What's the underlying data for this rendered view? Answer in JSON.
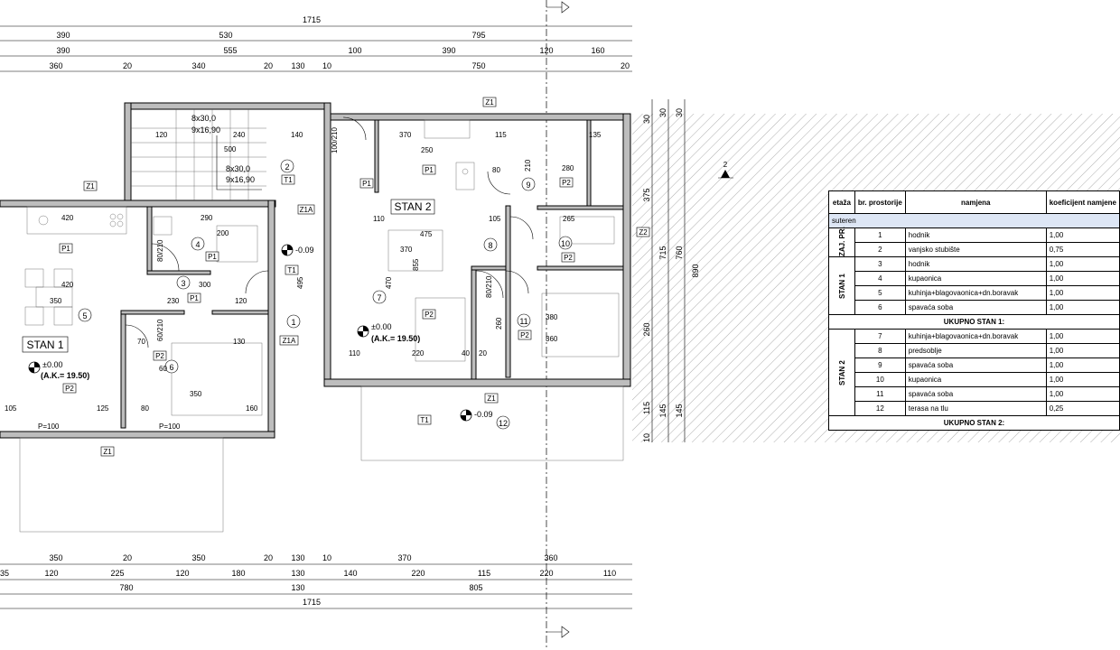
{
  "dimension_rows": {
    "top": [
      [
        "1715"
      ],
      [
        "390",
        "530",
        "795"
      ],
      [
        "390",
        "555",
        "100",
        "390",
        "120",
        "160"
      ],
      [
        "360",
        "20",
        "340",
        "20",
        "130",
        "10",
        "750",
        "20"
      ]
    ],
    "bottom": [
      [
        "350",
        "20",
        "350",
        "20",
        "130",
        "10",
        "370",
        "360"
      ],
      [
        "35",
        "120",
        "225",
        "120",
        "180",
        "130",
        "140",
        "220",
        "115",
        "220",
        "110"
      ],
      [
        "780",
        "130",
        "805"
      ],
      [
        "1715"
      ]
    ],
    "right": [
      "30",
      "375",
      "115",
      "145",
      "715",
      "760",
      "890",
      "145",
      "260",
      "30",
      "10",
      "30"
    ]
  },
  "apartments": [
    {
      "name": "STAN 1",
      "level": "±0.00",
      "ak": "(A.K.= 19.50)"
    },
    {
      "name": "STAN 2",
      "level": "±0.00",
      "ak": "(A.K.= 19.50)"
    }
  ],
  "levels": [
    "-0.09",
    "-0.09"
  ],
  "room_numbers": [
    "1",
    "2",
    "3",
    "4",
    "5",
    "6",
    "7",
    "8",
    "9",
    "10",
    "11",
    "12"
  ],
  "tags": [
    "P1",
    "P2",
    "T1",
    "Z1",
    "Z1A",
    "Z2",
    "P=100"
  ],
  "stair_labels": [
    "8x30,0",
    "9x16,90",
    "8x30,0",
    "9x16,90"
  ],
  "inner_dims": [
    "120",
    "240",
    "500",
    "140",
    "250",
    "370",
    "115",
    "135",
    "420",
    "290",
    "200",
    "420",
    "350",
    "300",
    "230",
    "120",
    "495",
    "470",
    "370",
    "855",
    "475",
    "110",
    "105",
    "265",
    "280",
    "210",
    "260",
    "380",
    "360",
    "220",
    "40",
    "20",
    "110",
    "70",
    "130",
    "350",
    "160",
    "80",
    "105",
    "125",
    "60",
    "80",
    "80/210",
    "60/210",
    "100/210",
    "80/210"
  ],
  "section_mark": "2",
  "table": {
    "headers": [
      "etaža",
      "br. prostorije",
      "namjena",
      "koeficijent namjene"
    ],
    "section": "suteren",
    "groups": [
      {
        "label": "ZAJ. PR.",
        "rows": [
          {
            "no": "1",
            "use": "hodnik",
            "k": "1,00"
          },
          {
            "no": "2",
            "use": "vanjsko stubište",
            "k": "0,75"
          }
        ]
      },
      {
        "label": "STAN 1",
        "rows": [
          {
            "no": "3",
            "use": "hodnik",
            "k": "1,00"
          },
          {
            "no": "4",
            "use": "kupaonica",
            "k": "1,00"
          },
          {
            "no": "5",
            "use": "kuhinja+blagovaonica+dn.boravak",
            "k": "1,00"
          },
          {
            "no": "6",
            "use": "spavaća soba",
            "k": "1,00"
          }
        ],
        "total": "UKUPNO STAN 1:"
      },
      {
        "label": "STAN 2",
        "rows": [
          {
            "no": "7",
            "use": "kuhinja+blagovaonica+dn.boravak",
            "k": "1,00"
          },
          {
            "no": "8",
            "use": "predsoblje",
            "k": "1,00"
          },
          {
            "no": "9",
            "use": "spavaća soba",
            "k": "1,00"
          },
          {
            "no": "10",
            "use": "kupaonica",
            "k": "1,00"
          },
          {
            "no": "11",
            "use": "spavaća soba",
            "k": "1,00"
          },
          {
            "no": "12",
            "use": "terasa na tlu",
            "k": "0,25"
          }
        ],
        "total": "UKUPNO STAN 2:"
      }
    ]
  }
}
